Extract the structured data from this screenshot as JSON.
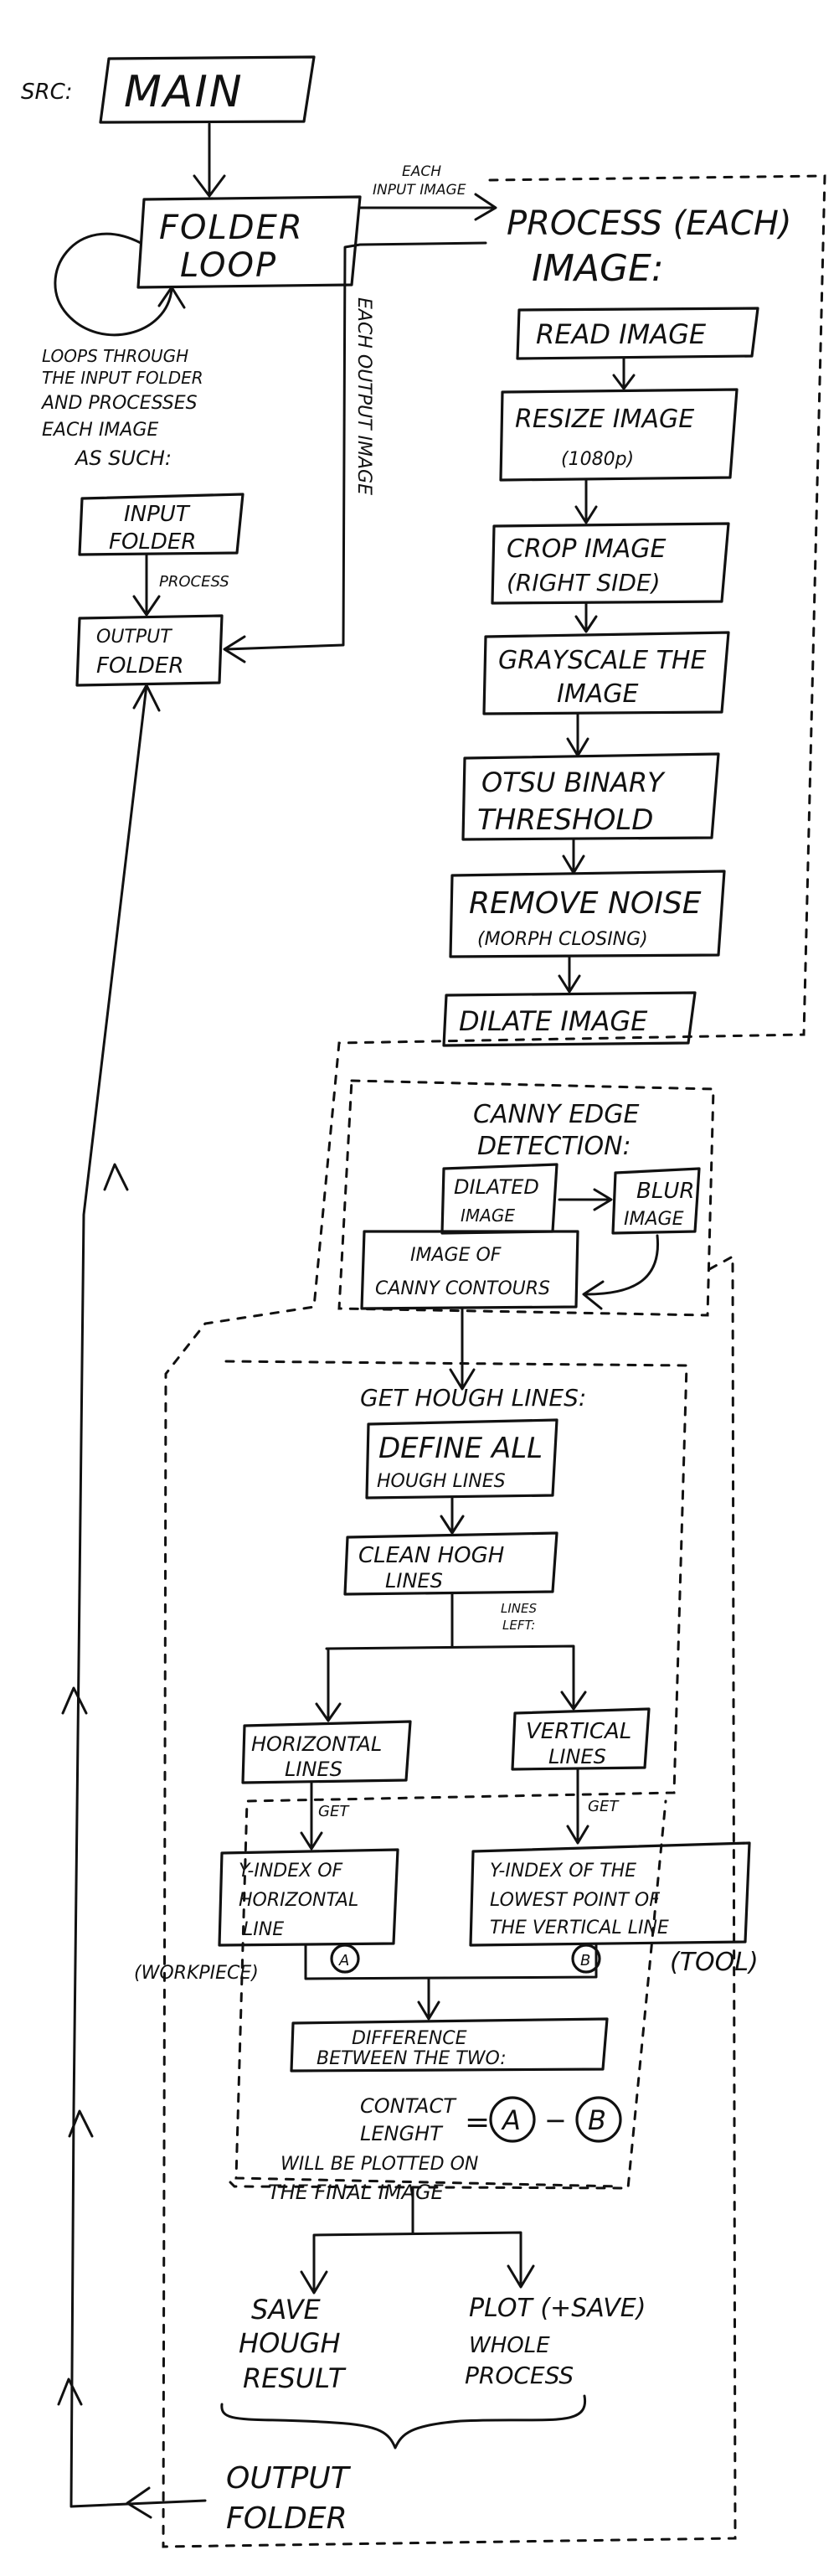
{
  "src_label": "SRC:",
  "main": "MAIN",
  "folder_loop": [
    "FOLDER",
    "LOOP"
  ],
  "loop_note": [
    "LOOPS THROUGH",
    "THE INPUT FOLDER",
    "AND PROCESSES",
    "EACH IMAGE",
    "AS SUCH:"
  ],
  "input_folder": [
    "INPUT",
    "FOLDER"
  ],
  "process_label": "PROCESS",
  "output_folder_top": [
    "OUTPUT",
    "FOLDER"
  ],
  "each_input_image": [
    "EACH",
    "INPUT IMAGE"
  ],
  "each_output_image": "EACH OUTPUT IMAGE",
  "process_each_title": [
    "PROCESS (EACH)",
    "IMAGE:"
  ],
  "steps": {
    "read": "READ IMAGE",
    "resize": [
      "RESIZE IMAGE",
      "(1080p)"
    ],
    "crop": [
      "CROP IMAGE",
      "(RIGHT SIDE)"
    ],
    "grayscale": [
      "GRAYSCALE THE",
      "IMAGE"
    ],
    "otsu": [
      "OTSU BINARY",
      "THRESHOLD"
    ],
    "noise": [
      "REMOVE NOISE",
      "(MORPH CLOSING)"
    ],
    "dilate": "DILATE IMAGE"
  },
  "canny": {
    "title": [
      "CANNY EDGE",
      "DETECTION:"
    ],
    "dilated": [
      "DILATED",
      "IMAGE"
    ],
    "blur": [
      "BLUR",
      "IMAGE"
    ],
    "contours": [
      "IMAGE OF",
      "CANNY CONTOURS"
    ]
  },
  "hough": {
    "title": "GET HOUGH LINES:",
    "define": [
      "DEFINE ALL",
      "HOUGH LINES"
    ],
    "clean": [
      "CLEAN HOGH",
      "LINES"
    ],
    "lines_left": [
      "LINES",
      "LEFT:"
    ],
    "horizontal": [
      "HORIZONTAL",
      "LINES"
    ],
    "vertical": [
      "VERTICAL",
      "LINES"
    ],
    "get_left": "GET",
    "get_right": "GET",
    "y_horizontal": [
      "Y-INDEX OF",
      "HORIZONTAL",
      "LINE"
    ],
    "y_vertical": [
      "Y-INDEX OF THE",
      "LOWEST POINT OF",
      "THE VERTICAL LINE"
    ],
    "workpiece": "(WORKPIECE)",
    "tool": "(TOOL)",
    "marker_a": "A",
    "marker_b": "B",
    "difference": [
      "DIFFERENCE",
      "BETWEEN THE TWO:"
    ],
    "contact": [
      "CONTACT",
      "LENGHT"
    ],
    "equals": "=",
    "minus": "−",
    "plotted_note": [
      "WILL BE PLOTTED ON",
      "THE FINAL IMAGE"
    ]
  },
  "outputs": {
    "save": [
      "SAVE",
      "HOUGH",
      "RESULT"
    ],
    "plot": [
      "PLOT (+SAVE)",
      "WHOLE",
      "PROCESS"
    ],
    "output_folder_bottom": [
      "OUTPUT",
      "FOLDER"
    ]
  }
}
